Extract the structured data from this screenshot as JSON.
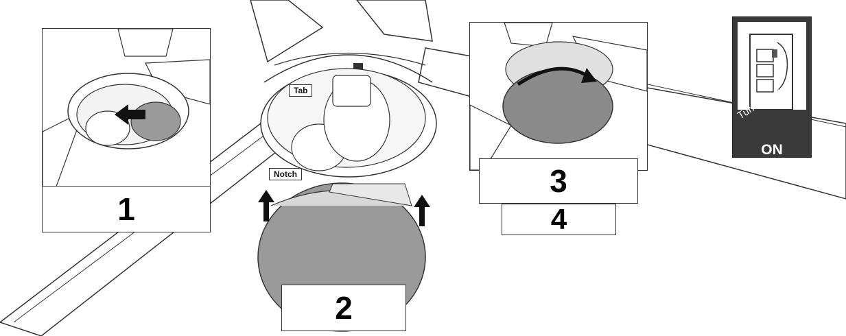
{
  "steps": {
    "step1": "1",
    "step2": "2",
    "step3": "3",
    "step4": "4"
  },
  "labels": {
    "tab": "Tab",
    "notch": "Notch"
  },
  "power_switch": {
    "line1": "Turn Power",
    "line2": "ON"
  },
  "colors": {
    "line": "#333333",
    "cover_gray": "#9a9a9a",
    "cover_dark": "#7a7a7a",
    "panel_bg": "#3a3a3a"
  },
  "icons": [
    "arrow-left-icon",
    "arrow-up-icon",
    "rotate-arrow-icon",
    "wall-switch-icon"
  ]
}
